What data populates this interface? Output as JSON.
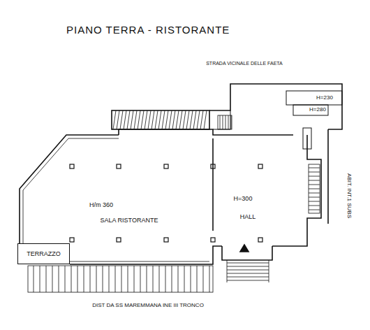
{
  "diagram": {
    "title": "PIANO TERRA - RISTORANTE",
    "nodes": [
      {
        "text": [
          "TERRAZZO"
        ]
      }
    ],
    "labels": [
      "STRADA VICINALE DELLE FAETA",
      "H=230",
      "H=280",
      "H/m 360",
      "SALA RISTORANTE",
      "H=300",
      "HALL",
      "ABIT. INT.1 SUBS",
      "DIST DA SS MAREMMANA INE III TRONCO"
    ]
  }
}
